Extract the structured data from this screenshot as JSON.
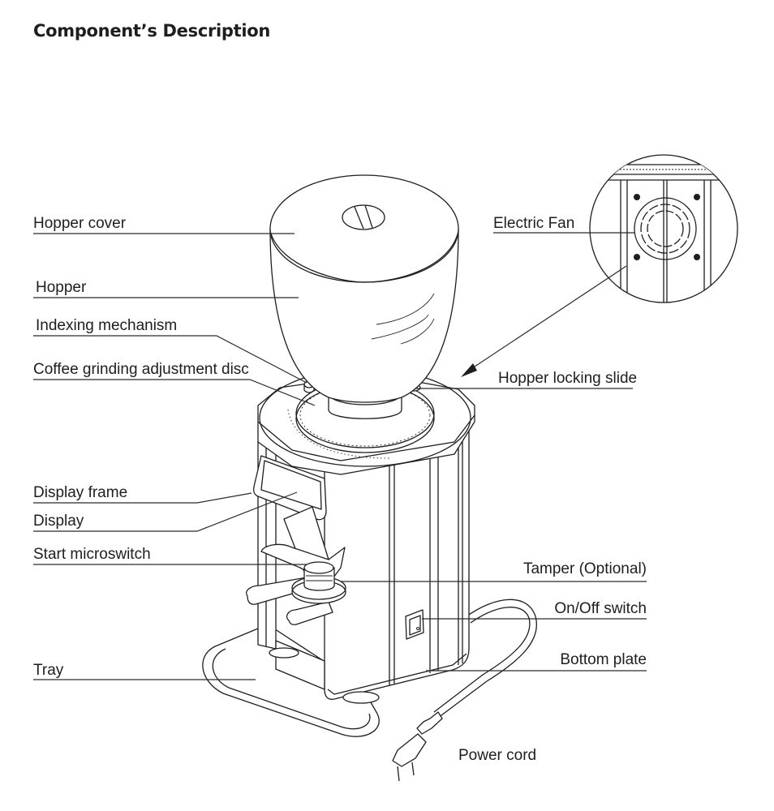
{
  "page": {
    "title": "Component’s Description"
  },
  "labels": {
    "hopper_cover": "Hopper cover",
    "hopper": "Hopper",
    "indexing_mechanism": "Indexing mechanism",
    "adjustment_disc": "Coffee grinding adjustment disc",
    "electric_fan": "Electric Fan",
    "hopper_locking_slide": "Hopper locking slide",
    "display_frame": "Display frame",
    "display": "Display",
    "start_microswitch": "Start microswitch",
    "tamper": "Tamper (Optional)",
    "on_off_switch": "On/Off switch",
    "bottom_plate": "Bottom plate",
    "tray": "Tray",
    "power_cord": "Power cord"
  }
}
